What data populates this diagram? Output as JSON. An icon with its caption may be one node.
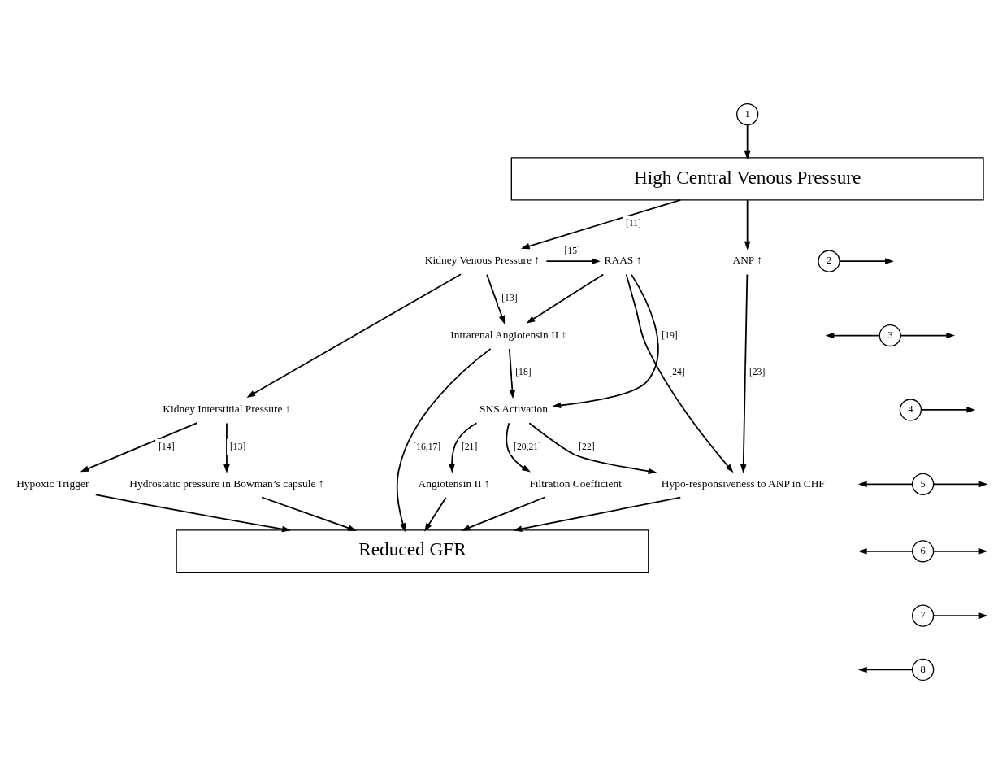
{
  "diagram": {
    "nodes": [
      {
        "text": [
          "1"
        ]
      },
      {
        "text": [
          "High Central Venous Pressure"
        ]
      },
      {
        "text": [
          "Kidney Venous Pressure ↑"
        ]
      },
      {
        "text": [
          "RAAS ↑"
        ]
      },
      {
        "text": [
          "ANP ↑"
        ]
      },
      {
        "text": [
          "Intrarenal Angiotensin II ↑"
        ]
      },
      {
        "text": [
          "Kidney Interstitial Pressure ↑"
        ]
      },
      {
        "text": [
          "SNS Activation"
        ]
      },
      {
        "text": [
          "Hypoxic Trigger"
        ]
      },
      {
        "text": [
          "Hydrostatic pressure in Bowman’s capsule ↑"
        ]
      },
      {
        "text": [
          "Angiotensin II ↑"
        ]
      },
      {
        "text": [
          "Filtration Coefficient"
        ]
      },
      {
        "text": [
          "Hypo-responsiveness to ANP in CHF"
        ]
      },
      {
        "text": [
          "Reduced GFR"
        ]
      },
      {
        "text": [
          "2"
        ]
      },
      {
        "text": [
          "3"
        ]
      },
      {
        "text": [
          "4"
        ]
      },
      {
        "text": [
          "5"
        ]
      },
      {
        "text": [
          "6"
        ]
      },
      {
        "text": [
          "7"
        ]
      },
      {
        "text": [
          "8"
        ]
      }
    ],
    "edges": [
      {
        "from": 0,
        "to": 1,
        "arrow": "to"
      },
      {
        "from": 1,
        "to": 2,
        "arrow": "to",
        "label": "[11]"
      },
      {
        "from": 1,
        "to": 4,
        "arrow": "to"
      },
      {
        "from": 2,
        "to": 3,
        "arrow": "to",
        "label": "[15]"
      },
      {
        "from": 2,
        "to": 5,
        "arrow": "to",
        "label": "[13]"
      },
      {
        "from": 2,
        "to": 6,
        "arrow": "to"
      },
      {
        "from": 3,
        "to": 5,
        "arrow": "to"
      },
      {
        "from": 3,
        "to": 7,
        "arrow": "to",
        "label": "[19]"
      },
      {
        "from": 3,
        "to": 12,
        "arrow": "to",
        "label": "[24]"
      },
      {
        "from": 5,
        "to": 7,
        "arrow": "to",
        "label": "[18]"
      },
      {
        "from": 5,
        "to": 13,
        "arrow": "to",
        "label": "[16,17]"
      },
      {
        "from": 6,
        "to": 8,
        "arrow": "to",
        "label": "[14]"
      },
      {
        "from": 6,
        "to": 9,
        "arrow": "to",
        "label": "[13]"
      },
      {
        "from": 7,
        "to": 10,
        "arrow": "to",
        "label": "[21]"
      },
      {
        "from": 7,
        "to": 11,
        "arrow": "to",
        "label": "[20,21]"
      },
      {
        "from": 7,
        "to": 12,
        "arrow": "to",
        "label": "[22]"
      },
      {
        "from": 4,
        "to": 12,
        "arrow": "to",
        "label": "[23]"
      },
      {
        "from": 8,
        "to": 13,
        "arrow": "to"
      },
      {
        "from": 9,
        "to": 13,
        "arrow": "to"
      },
      {
        "from": 10,
        "to": 13,
        "arrow": "to"
      },
      {
        "from": 11,
        "to": 13,
        "arrow": "to"
      },
      {
        "from": 12,
        "to": 13,
        "arrow": "to"
      },
      {
        "from": 14,
        "to": null,
        "arrow": "to"
      },
      {
        "from": 15,
        "to": null,
        "arrow": "to"
      },
      {
        "from": 15,
        "to": null,
        "arrow": "to"
      },
      {
        "from": 16,
        "to": null,
        "arrow": "to"
      },
      {
        "from": 17,
        "to": null,
        "arrow": "to"
      },
      {
        "from": 17,
        "to": null,
        "arrow": "to"
      },
      {
        "from": 18,
        "to": null,
        "arrow": "to"
      },
      {
        "from": 18,
        "to": null,
        "arrow": "to"
      },
      {
        "from": 19,
        "to": null,
        "arrow": "to"
      },
      {
        "from": 20,
        "to": null,
        "arrow": "to"
      }
    ]
  }
}
